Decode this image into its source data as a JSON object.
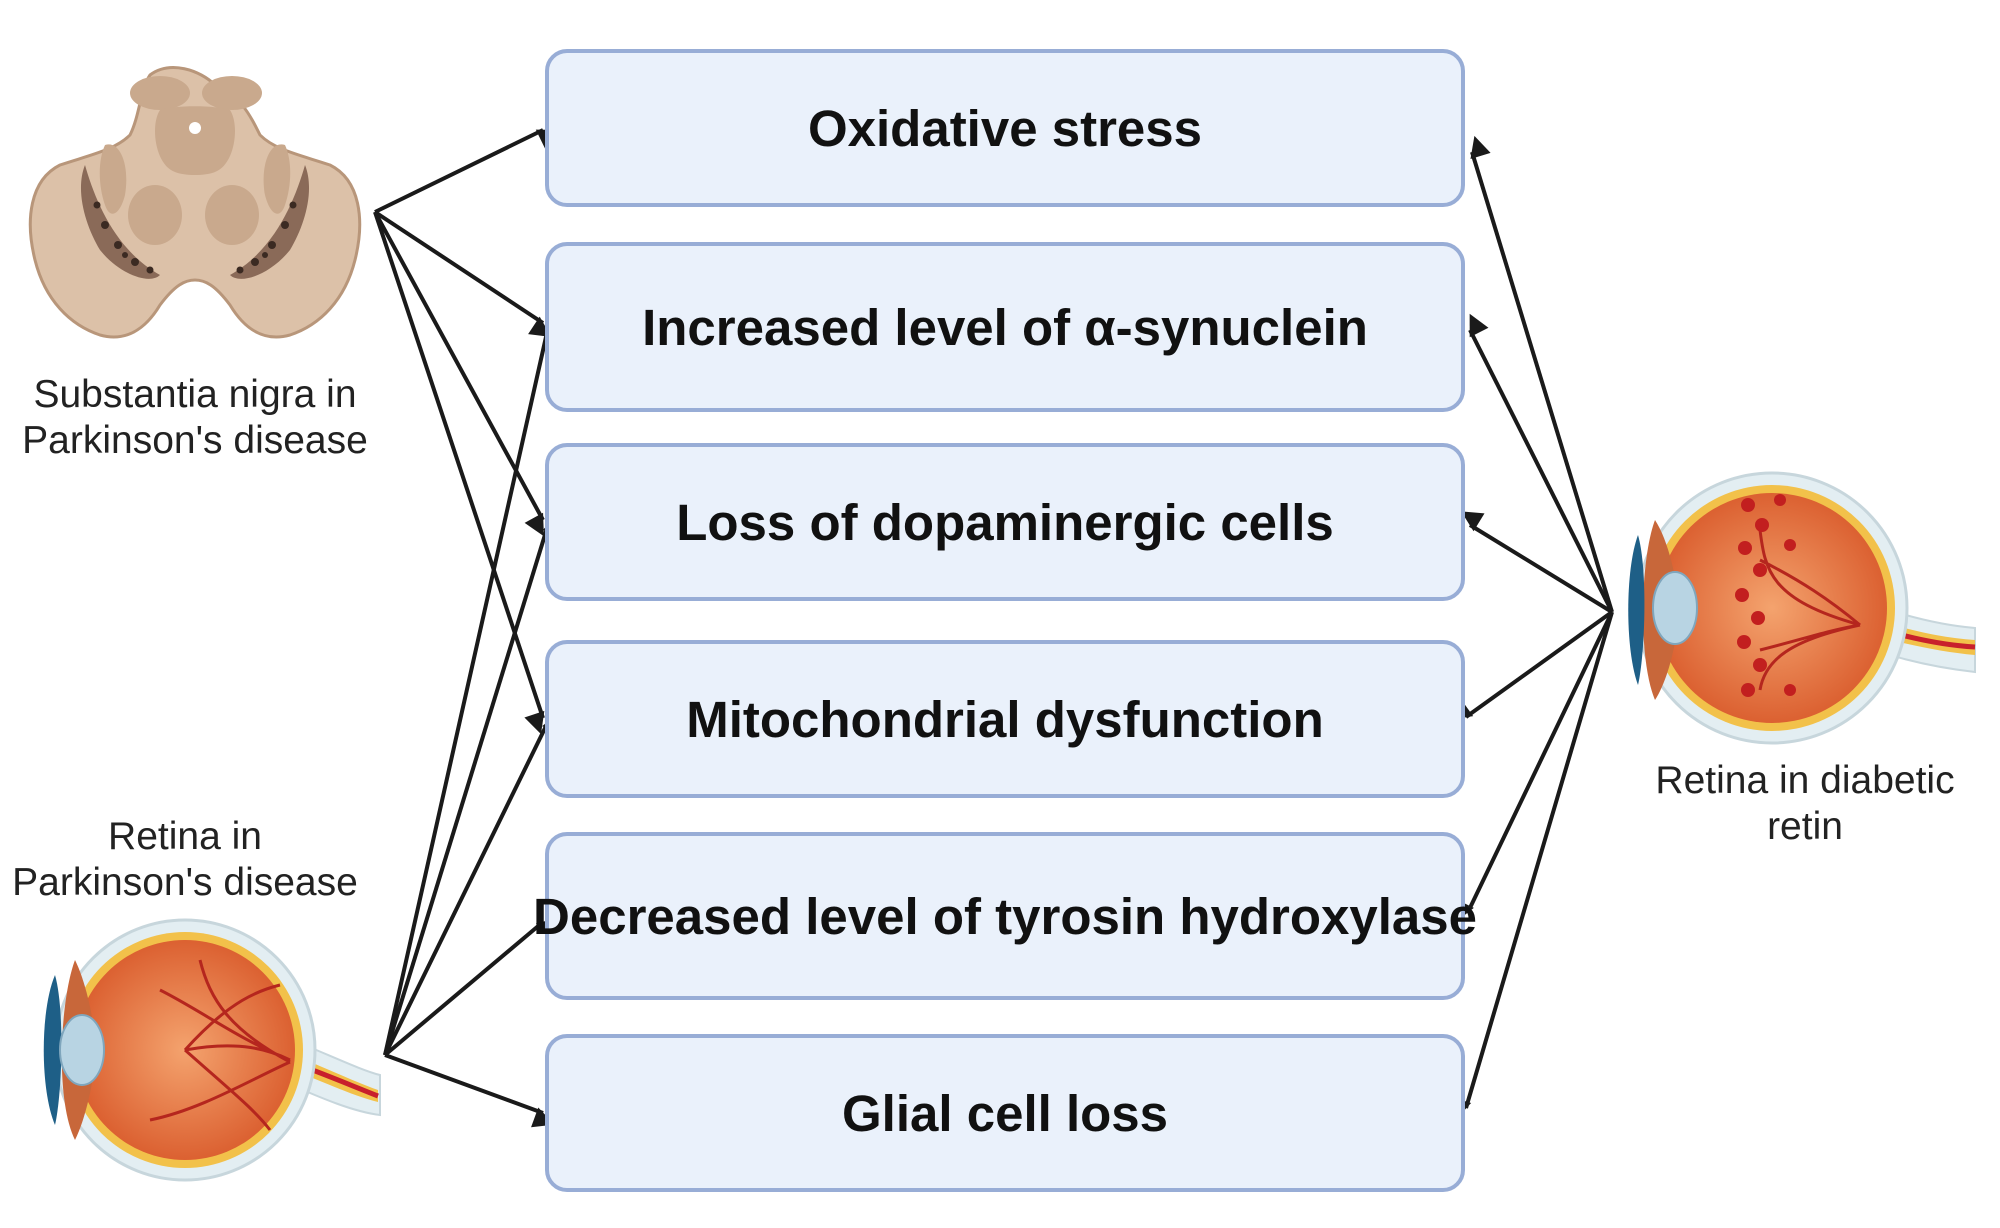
{
  "boxes": [
    {
      "label": "Oxidative stress"
    },
    {
      "label": "Increased level of α-synuclein"
    },
    {
      "label": "Loss of dopaminergic cells"
    },
    {
      "label": "Mitochondrial dysfunction"
    },
    {
      "label": "Decreased level of tyrosin hydroxylase"
    },
    {
      "label": "Glial cell loss"
    }
  ],
  "sources": {
    "substantia_nigra": {
      "line1": "Substantia nigra in",
      "line2": "Parkinson's disease",
      "icon": "brainstem-icon"
    },
    "retina_pd": {
      "line1": "Retina in",
      "line2": "Parkinson's disease",
      "icon": "eye-icon"
    },
    "retina_dr": {
      "line1": "Retina in diabetic",
      "line2": "retin",
      "icon": "eye-diabetic-retina-icon"
    }
  },
  "colors": {
    "box_fill": "#eaf1fb",
    "box_border": "#98add6",
    "arrow": "#1a1a1a",
    "tissue": "#dcc1a8",
    "eye_orange": "#e8733e"
  }
}
